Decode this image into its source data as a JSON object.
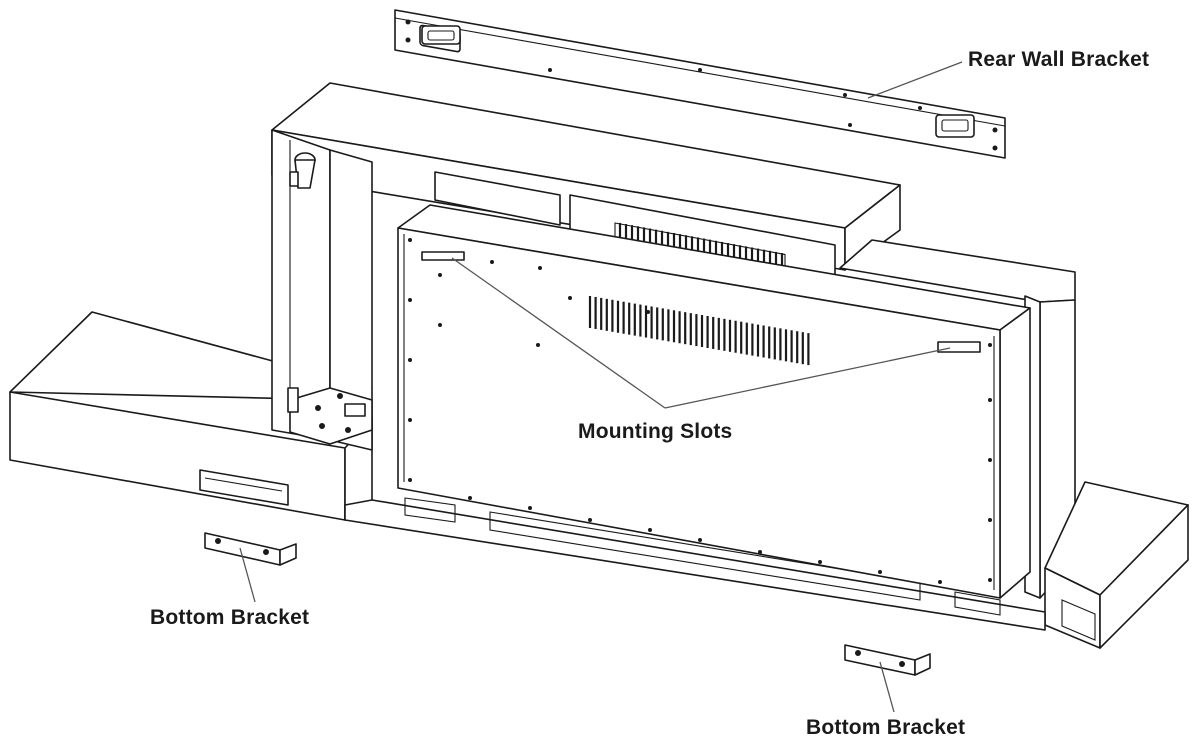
{
  "labels": {
    "rear_wall_bracket": "Rear Wall Bracket",
    "mounting_slots": "Mounting Slots",
    "bottom_bracket_left": "Bottom Bracket",
    "bottom_bracket_right": "Bottom Bracket"
  },
  "colors": {
    "line": "#1a1a1a",
    "leader": "#555555",
    "background": "#ffffff"
  }
}
